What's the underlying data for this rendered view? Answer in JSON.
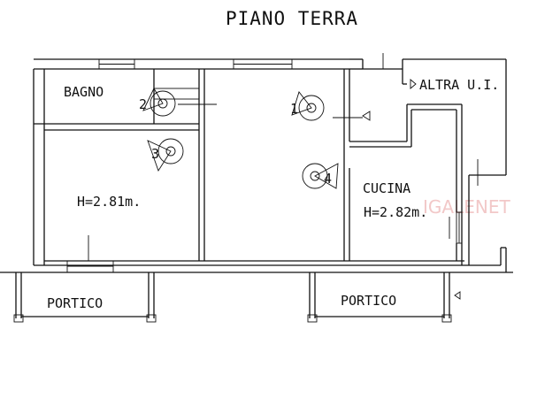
{
  "title": "PIANO TERRA",
  "rooms": {
    "bagno": "BAGNO",
    "altra": "ALTRA U.I.",
    "cucina": "CUCINA",
    "height_left": "H=2.81m.",
    "height_right": "H=2.82m.",
    "portico_left": "PORTICO",
    "portico_right": "PORTICO"
  },
  "markers": [
    {
      "num": "1"
    },
    {
      "num": "2"
    },
    {
      "num": "3"
    },
    {
      "num": "4"
    }
  ],
  "watermark": "IGALENET",
  "colors": {
    "line": "#111111",
    "watermark": "#f2c8c8"
  }
}
